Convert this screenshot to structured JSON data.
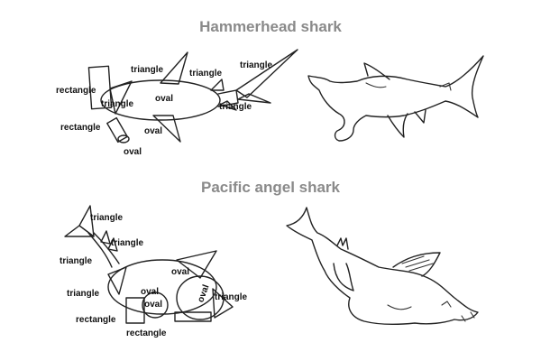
{
  "titles": {
    "hammerhead": "Hammerhead shark",
    "angel": "Pacific angel shark"
  },
  "hammerhead_labels": [
    "rectangle",
    "triangle",
    "triangle",
    "oval",
    "triangle",
    "triangle",
    "triangle",
    "rectangle",
    "oval",
    "oval"
  ],
  "angel_labels": [
    "triangle",
    "triangle",
    "triangle",
    "oval",
    "triangle",
    "oval",
    "oval",
    "oval",
    "triangle",
    "rectangle",
    "rectangle"
  ]
}
